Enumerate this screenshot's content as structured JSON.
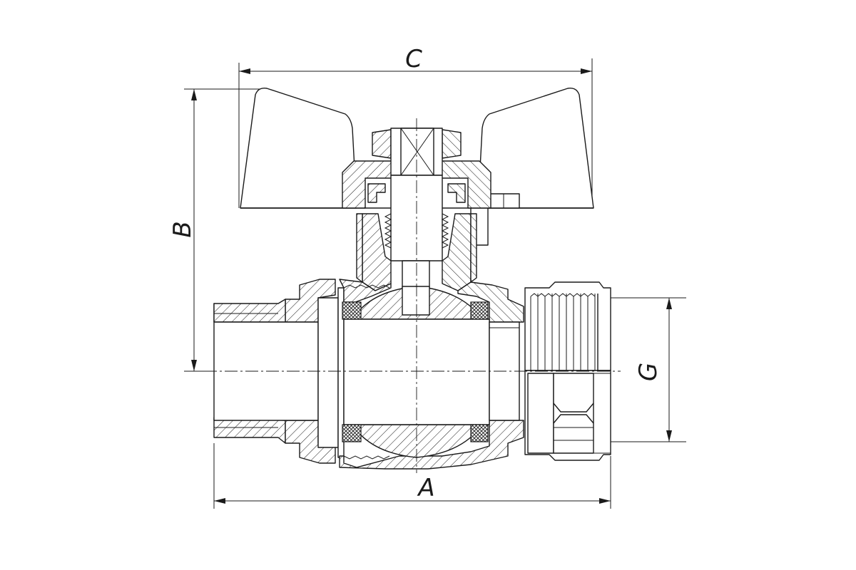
{
  "dimensions": {
    "a_label": "A",
    "b_label": "B",
    "c_label": "C",
    "g_label": "G"
  }
}
